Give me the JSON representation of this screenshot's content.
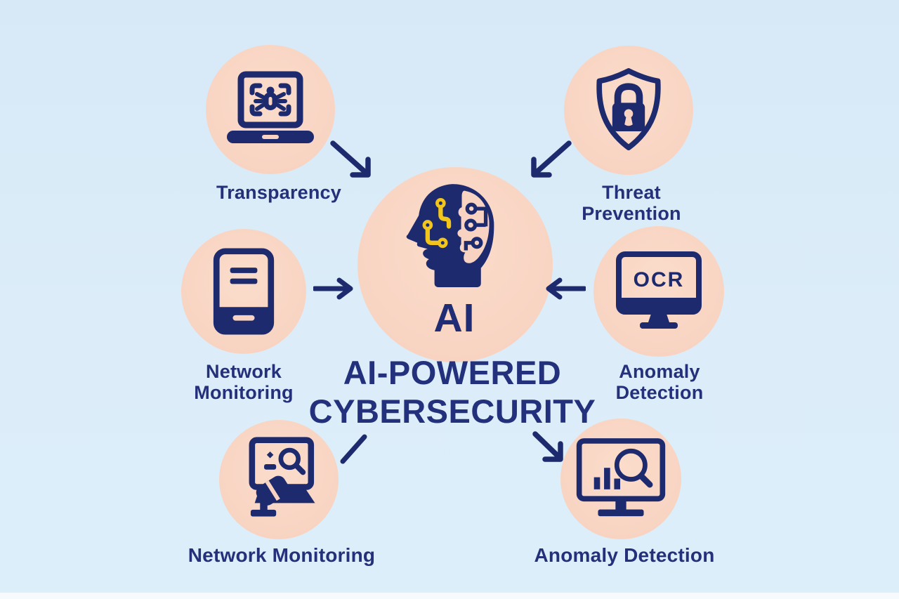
{
  "title": {
    "line1": "AI-POWERED",
    "line2": "CYBERSECURITY"
  },
  "center": {
    "label": "AI",
    "icon": "ai-head-circuit-icon"
  },
  "nodes": [
    {
      "id": "transparency",
      "label": "Transparency",
      "icon": "bug-scan-laptop-icon",
      "position": "top-left"
    },
    {
      "id": "threat-prevention",
      "label": "Threat Prevention",
      "icon": "shield-lock-icon",
      "position": "top-right"
    },
    {
      "id": "network-monitoring-mid",
      "label": "Network Monitoring",
      "icon": "tablet-icon",
      "position": "middle-left"
    },
    {
      "id": "anomaly-detection-mid",
      "label": "Anomaly Detection",
      "icon": "ocr-monitor-icon",
      "position": "middle-right"
    },
    {
      "id": "network-monitoring-bot",
      "label": "Network Monitoring",
      "icon": "laptop-search-icon",
      "position": "bottom-left"
    },
    {
      "id": "anomaly-detection-bot",
      "label": "Anomaly Detection",
      "icon": "chart-search-monitor-icon",
      "position": "bottom-right"
    }
  ],
  "icon_text": {
    "ocr": "OCR"
  },
  "colors": {
    "background": "#d9eaf8",
    "circle_peach": "#f8d3c2",
    "navy": "#1d2b6e",
    "text_navy": "#24307a",
    "accent_yellow": "#f2c51d",
    "bottom_strip": "#f6fafd"
  }
}
